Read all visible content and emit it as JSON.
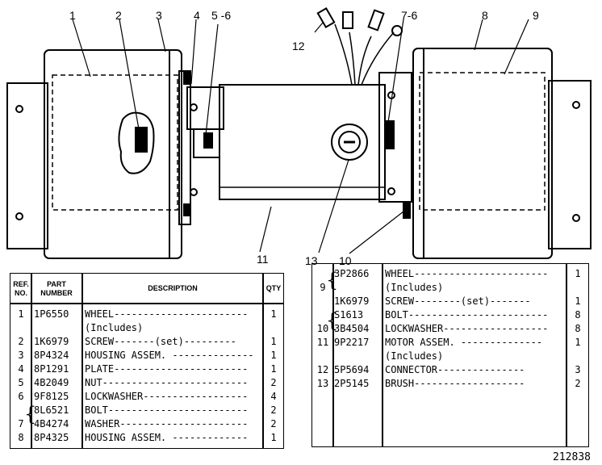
{
  "callouts": [
    "1",
    "2",
    "3",
    "4",
    "5 -6",
    "7-6",
    "8",
    "9",
    "10",
    "11",
    "12",
    "13"
  ],
  "table_left": {
    "headers": {
      "ref_no": "REF. NO.",
      "part_number": "PART NUMBER",
      "description": "DESCRIPTION",
      "qty": "QTY"
    },
    "rows": [
      {
        "ref": "1",
        "part": "1P6550",
        "desc": "WHEEL-----------------------",
        "qty": "1"
      },
      {
        "ref": "",
        "part": "",
        "desc": "   (Includes)",
        "qty": ""
      },
      {
        "ref": "2",
        "part": "1K6979",
        "desc": "   SCREW-------(set)---------",
        "qty": "1"
      },
      {
        "ref": "3",
        "part": "8P4324",
        "desc": "HOUSING ASSEM. --------------",
        "qty": "1"
      },
      {
        "ref": "4",
        "part": "8P1291",
        "desc": "PLATE-----------------------",
        "qty": "1"
      },
      {
        "ref": "5",
        "part": "4B2049",
        "desc": "NUT-------------------------",
        "qty": "2"
      },
      {
        "ref": "6",
        "part": "9F8125",
        "desc": "LOCKWASHER------------------",
        "qty": "4"
      },
      {
        "ref": "",
        "part": "8L6521",
        "desc": "BOLT------------------------",
        "qty": "2"
      },
      {
        "ref": "7",
        "part": "4B4274",
        "desc": "WASHER----------------------",
        "qty": "2"
      },
      {
        "ref": "8",
        "part": "8P4325",
        "desc": "HOUSING ASSEM. -------------",
        "qty": "1"
      }
    ]
  },
  "table_right": {
    "rows": [
      {
        "ref": "",
        "part": "3P2866",
        "desc": "WHEEL-----------------------",
        "qty": "1"
      },
      {
        "ref": "9",
        "part": "",
        "desc": "   (Includes)",
        "qty": ""
      },
      {
        "ref": "",
        "part": "1K6979",
        "desc": "   SCREW--------(set)-------",
        "qty": "1"
      },
      {
        "ref": "",
        "part": "S1613",
        "desc": "BOLT------------------------",
        "qty": "8"
      },
      {
        "ref": "10",
        "part": "3B4504",
        "desc": "LOCKWASHER------------------",
        "qty": "8"
      },
      {
        "ref": "11",
        "part": "9P2217",
        "desc": "MOTOR ASSEM. --------------",
        "qty": "1"
      },
      {
        "ref": "",
        "part": "",
        "desc": "   (Includes)",
        "qty": ""
      },
      {
        "ref": "12",
        "part": "5P5694",
        "desc": "   CONNECTOR---------------",
        "qty": "3"
      },
      {
        "ref": "13",
        "part": "2P5145",
        "desc": "   BRUSH-------------------",
        "qty": "2"
      }
    ]
  },
  "figure_number": "212838"
}
